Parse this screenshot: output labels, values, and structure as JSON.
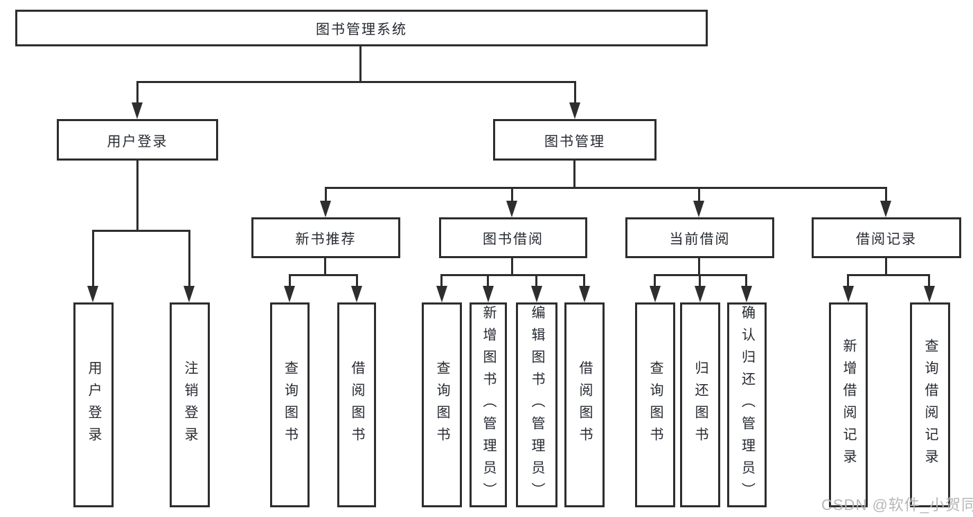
{
  "tree": {
    "root": {
      "label": "图书管理系统"
    },
    "level2": [
      {
        "label": "用户登录"
      },
      {
        "label": "图书管理"
      }
    ],
    "level3": [
      {
        "label": "新书推荐"
      },
      {
        "label": "图书借阅"
      },
      {
        "label": "当前借阅"
      },
      {
        "label": "借阅记录"
      }
    ],
    "leaves_login": [
      {
        "label": "用户登录"
      },
      {
        "label": "注销登录"
      }
    ],
    "leaves_newbook": [
      {
        "label": "查询图书"
      },
      {
        "label": "借阅图书"
      }
    ],
    "leaves_borrow": [
      {
        "label": "查询图书"
      },
      {
        "label": "新增图书（管理员）"
      },
      {
        "label": "编辑图书（管理员）"
      },
      {
        "label": "借阅图书"
      }
    ],
    "leaves_current": [
      {
        "label": "查询图书"
      },
      {
        "label": "归还图书"
      },
      {
        "label": "确认归还（管理员）"
      }
    ],
    "leaves_records": [
      {
        "label": "新增借阅记录"
      },
      {
        "label": "查询借阅记录"
      }
    ]
  },
  "watermark": "CSDN @软件_小贺同学",
  "colors": {
    "line": "#2e2e2e",
    "text": "#262a31",
    "watermark": "#b4b4b4",
    "background": "#ffffff"
  }
}
